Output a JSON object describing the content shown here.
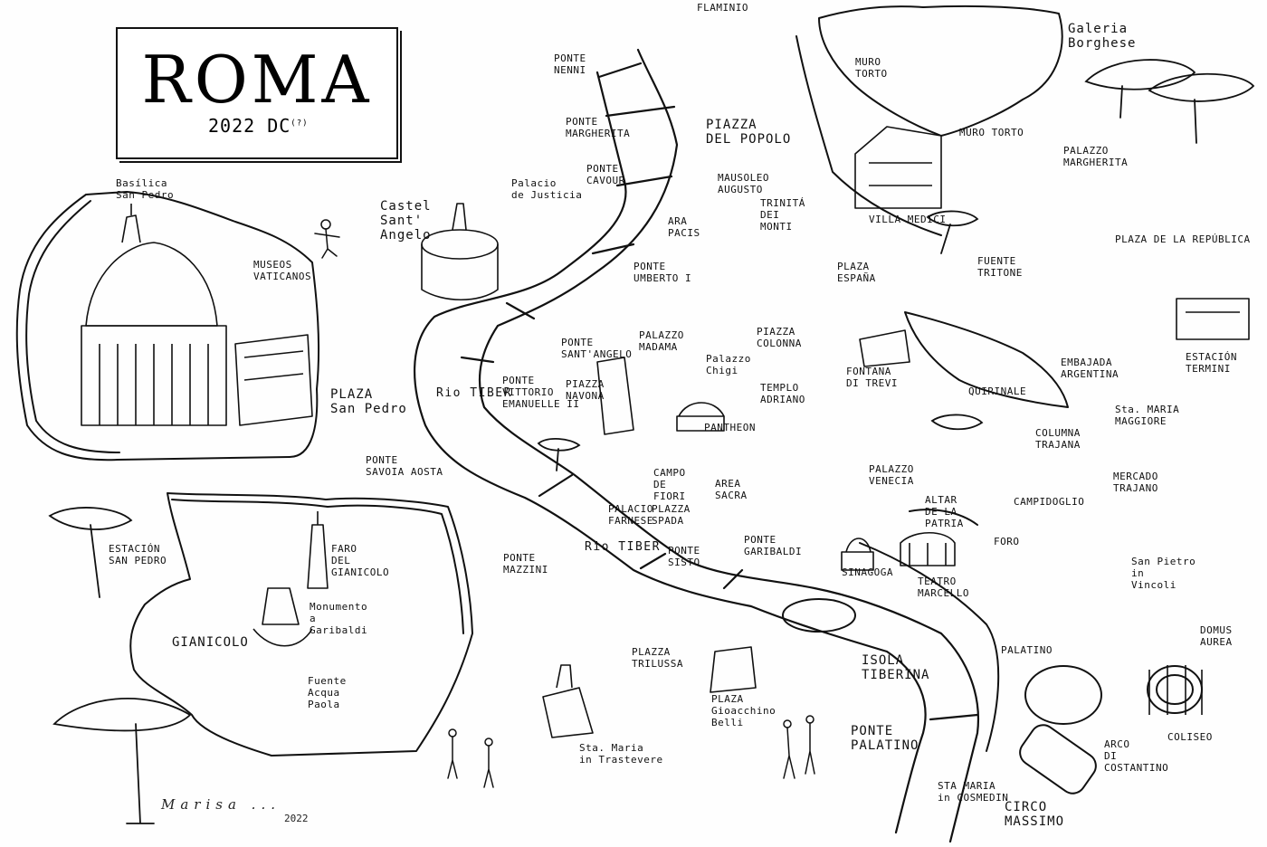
{
  "title": "ROMA",
  "subtitle": "2022 DC",
  "subtitle_mark": "(?)",
  "signature": "Marisa ...",
  "signature_year": "2022",
  "river_labels": [
    "Rio TIBER",
    "Rio TIBER"
  ],
  "places": [
    {
      "id": "flaminio",
      "text": "FLAMINIO"
    },
    {
      "id": "galeria-borghese",
      "text": "Galeria\nBorghese"
    },
    {
      "id": "muro-torto-1",
      "text": "MURO\nTORTO"
    },
    {
      "id": "muro-torto-2",
      "text": "MURO TORTO"
    },
    {
      "id": "piazza-popolo",
      "text": "PIAZZA\nDEL POPOLO"
    },
    {
      "id": "palazzo-margherita",
      "text": "PALAZZO\nMARGHERITA"
    },
    {
      "id": "ponte-nenni",
      "text": "PONTE\nNENNI"
    },
    {
      "id": "ponte-margherita",
      "text": "PONTE\nMARGHERITA"
    },
    {
      "id": "ponte-cavour",
      "text": "PONTE\nCAVOUR"
    },
    {
      "id": "palacio-justicia",
      "text": "Palacio\nde Justicia"
    },
    {
      "id": "mausoleo",
      "text": "MAUSOLEO\nAUGUSTO"
    },
    {
      "id": "ara-pacis",
      "text": "ARA\nPACIS"
    },
    {
      "id": "trinita",
      "text": "TRINITÁ\nDEI\nMONTI"
    },
    {
      "id": "villa-medici",
      "text": "VILLA MEDICI"
    },
    {
      "id": "fuente-tritone",
      "text": "FUENTE\nTRITONE"
    },
    {
      "id": "plaza-republica",
      "text": "PLAZA DE LA REPÚBLICA"
    },
    {
      "id": "basilica",
      "text": "Basílica\nSan Pedro"
    },
    {
      "id": "castel",
      "text": "Castel\nSant'\nAngelo"
    },
    {
      "id": "museos",
      "text": "MUSEOS\nVATICANOS"
    },
    {
      "id": "ponte-umberto",
      "text": "PONTE\nUMBERTO I"
    },
    {
      "id": "plaza-espana",
      "text": "PLAZA\nESPAÑA"
    },
    {
      "id": "ponte-santangelo",
      "text": "PONTE\nSANT'ANGELO"
    },
    {
      "id": "palazzo-madama",
      "text": "PALAZZO\nMADAMA"
    },
    {
      "id": "piazza-colonna",
      "text": "PIAZZA\nCOLONNA"
    },
    {
      "id": "palazzo-chigi",
      "text": "Palazzo\nChigi"
    },
    {
      "id": "fontana-trevi",
      "text": "FONTANA\nDI TREVI"
    },
    {
      "id": "quirinale",
      "text": "QUIRINALE"
    },
    {
      "id": "embajada",
      "text": "EMBAJADA\nARGENTINA"
    },
    {
      "id": "estacion-termini",
      "text": "ESTACIÓN\nTERMINI"
    },
    {
      "id": "plaza-san-pedro",
      "text": "PLAZA\nSan Pedro"
    },
    {
      "id": "ponte-vittorio",
      "text": "PONTE\nVITTORIO\nEMANUELLE II"
    },
    {
      "id": "piazza-navona",
      "text": "PIAZZA\nNAVONA"
    },
    {
      "id": "templo-adriano",
      "text": "TEMPLO\nADRIANO"
    },
    {
      "id": "santa-maria-maggiore",
      "text": "Sta. MARIA\nMAGGIORE"
    },
    {
      "id": "pantheon",
      "text": "PANTHEON"
    },
    {
      "id": "ponte-savoia",
      "text": "PONTE\nSAVOIA AOSTA"
    },
    {
      "id": "campo-fiori",
      "text": "CAMPO\nDE\nFIORI"
    },
    {
      "id": "area-sacra",
      "text": "AREA\nSACRA"
    },
    {
      "id": "palazzo-venecia",
      "text": "PALAZZO\nVENECIA"
    },
    {
      "id": "columna-trajana",
      "text": "COLUMNA\nTRAJANA"
    },
    {
      "id": "mercado-trajano",
      "text": "MERCADO\nTRAJANO"
    },
    {
      "id": "palacio-farnese",
      "text": "PALACIO\nFARNESE"
    },
    {
      "id": "plaza-spada",
      "text": "PLAZZA\nSPADA"
    },
    {
      "id": "altar-patria",
      "text": "ALTAR\nDE LA\nPATRIA"
    },
    {
      "id": "campidoglio",
      "text": "CAMPIDOGLIO"
    },
    {
      "id": "estacion-san-pedro",
      "text": "ESTACIÓN\nSAN PEDRO"
    },
    {
      "id": "faro",
      "text": "FARO\nDEL\nGIANICOLO"
    },
    {
      "id": "foro",
      "text": "FORO"
    },
    {
      "id": "ponte-sisto",
      "text": "PONTE\nSISTO"
    },
    {
      "id": "ponte-garibaldi",
      "text": "PONTE\nGARIBALDI"
    },
    {
      "id": "sinagoga",
      "text": "SINAGOGA"
    },
    {
      "id": "teatro-marcello",
      "text": "TEATRO\nMARCELLO"
    },
    {
      "id": "san-pietro-vincoli",
      "text": "San Pietro\nin\nVincoli"
    },
    {
      "id": "ponte-mazzini",
      "text": "PONTE\nMAZZINI"
    },
    {
      "id": "monumento-garibaldi",
      "text": "Monumento\na\nGaribaldi"
    },
    {
      "id": "gianicolo",
      "text": "GIANICOLO"
    },
    {
      "id": "domus-aurea",
      "text": "DOMUS\nAUREA"
    },
    {
      "id": "plaza-trilussa",
      "text": "PLAZZA\nTRILUSSA"
    },
    {
      "id": "palatino",
      "text": "PALATINO"
    },
    {
      "id": "isola-tiberina",
      "text": "ISOLA\nTIBERINA"
    },
    {
      "id": "fuente-acqua-paola",
      "text": "Fuente\nAcqua\nPaola"
    },
    {
      "id": "plaza-gioacchino",
      "text": "PLAZA\nGioacchino\nBelli"
    },
    {
      "id": "santa-maria-trastevere",
      "text": "Sta. Maria\nin Trastevere"
    },
    {
      "id": "coliseo",
      "text": "COLISEO"
    },
    {
      "id": "ponte-palatino",
      "text": "PONTE\nPALATINO"
    },
    {
      "id": "arco-costantino",
      "text": "ARCO\nDI\nCOSTANTINO"
    },
    {
      "id": "santa-maria-cosmedin",
      "text": "STA MARIA\nin COSMEDIN"
    },
    {
      "id": "circo-massimo",
      "text": "CIRCO\nMASSIMO"
    }
  ]
}
